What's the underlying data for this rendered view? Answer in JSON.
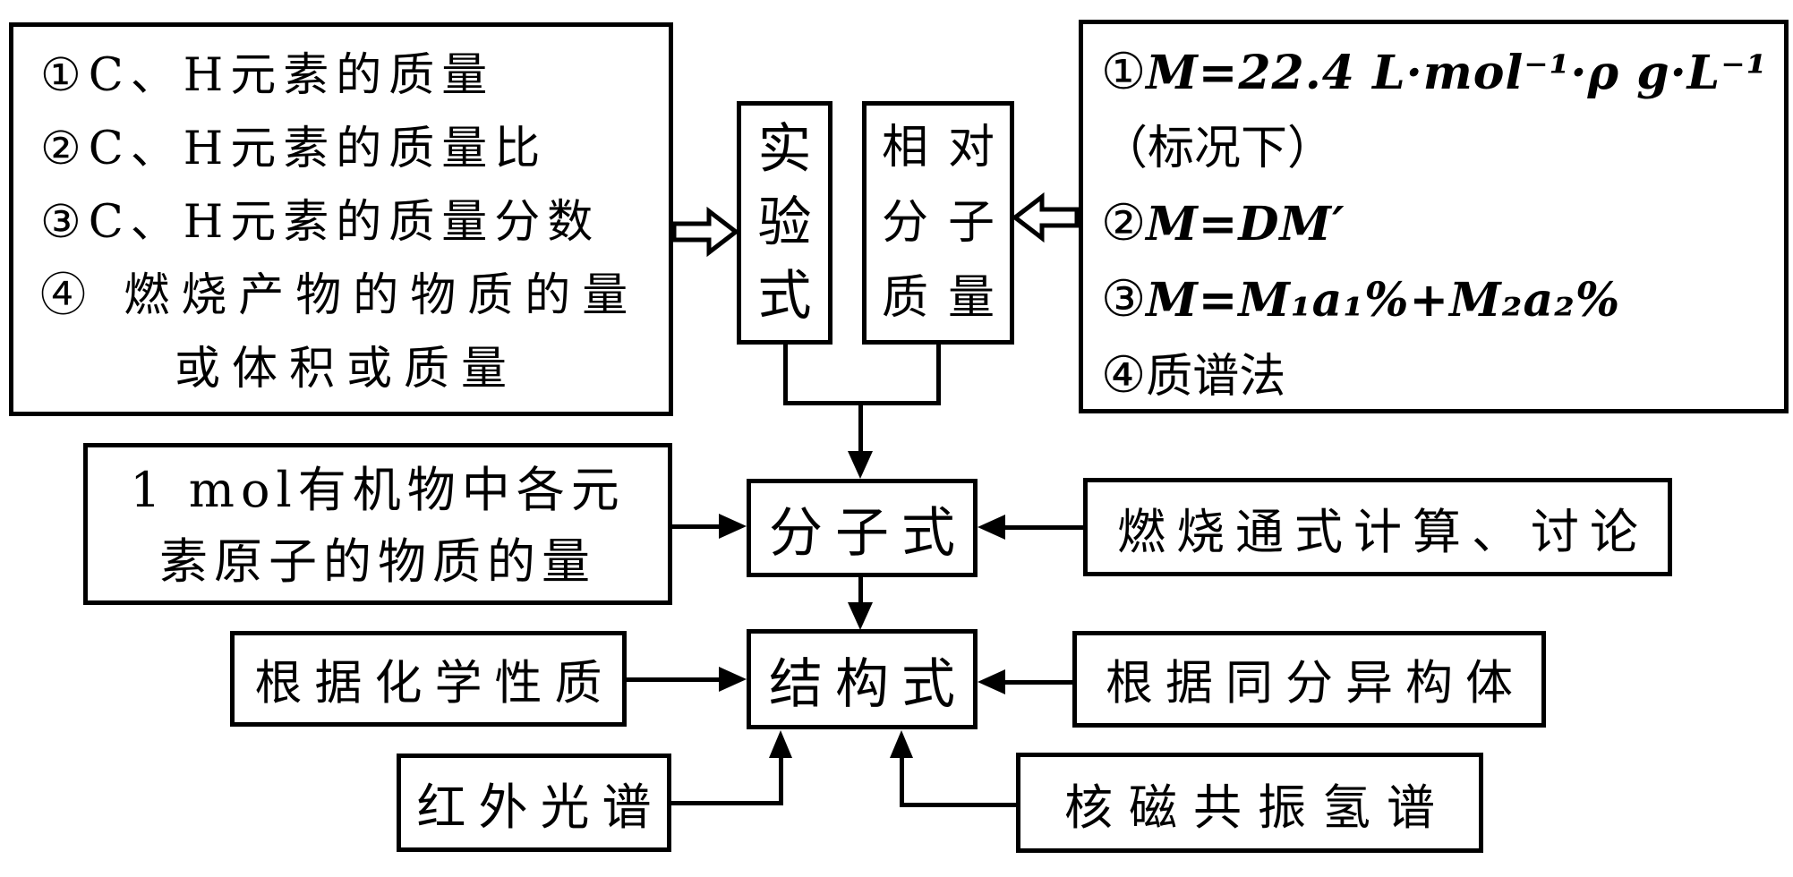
{
  "colors": {
    "ink": "#000000",
    "background": "#ffffff"
  },
  "left_methods_box": {
    "items": [
      "①C、H元素的质量",
      "②C、H元素的质量比",
      "③C、H元素的质量分数",
      "④ 燃烧产物的物质的量",
      "或体积或质量"
    ]
  },
  "empirical_formula_box": {
    "label": "实验式",
    "chars": [
      "实",
      "验",
      "式"
    ]
  },
  "relative_mass_box": {
    "label": "相对分子质量",
    "rows": [
      "相对",
      "分子",
      "质量"
    ]
  },
  "right_methods_box": {
    "line1_num": "①",
    "line1_formula": "M=22.4 L·mol⁻¹·ρ g·L⁻¹",
    "line2": "（标况下）",
    "line3_num": "②",
    "line3_formula": "M=DM′",
    "line4_num": "③",
    "line4_formula": "M=M₁a₁%+M₂a₂%",
    "line5_num": "④",
    "line5_text": "质谱法"
  },
  "mol_amount_box": {
    "lines": [
      "1 mol有机物中各元",
      "素原子的物质的量"
    ]
  },
  "molecular_formula_box": {
    "label": "分子式"
  },
  "combustion_box": {
    "label": "燃烧通式计算、讨论"
  },
  "structural_formula_box": {
    "label": "结构式"
  },
  "chemical_properties_box": {
    "label": "根据化学性质"
  },
  "isomers_box": {
    "label": "根据同分异构体"
  },
  "ir_box": {
    "label": "红外光谱"
  },
  "nmr_box": {
    "label": "核磁共振氢谱"
  }
}
